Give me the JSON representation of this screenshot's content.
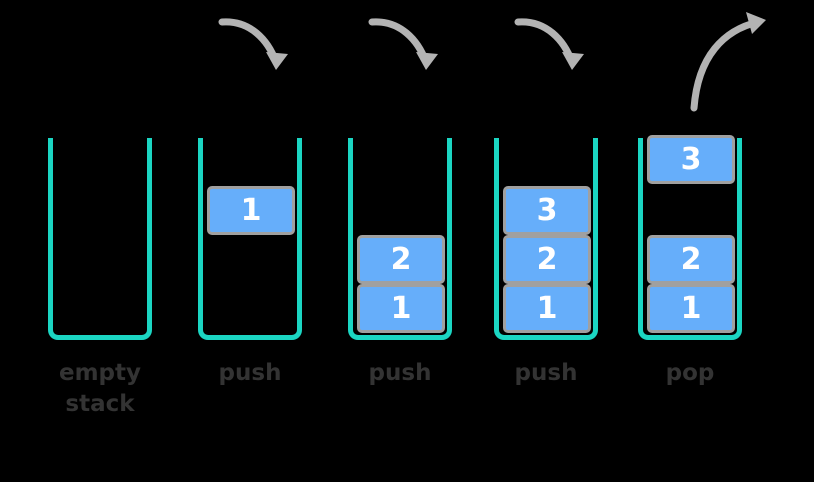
{
  "diagram": {
    "title": "stack-push-pop-operations",
    "colors": {
      "background": "#000000",
      "container_stroke": "#1bd6c3",
      "container_inner_stroke": "#a0a0a0",
      "block_fill": "#66aefa",
      "block_stroke": "#a0a0a0",
      "block_text": "#ffffff",
      "arrow": "#b3b3b3",
      "label_text": "#333333"
    },
    "steps": [
      {
        "id": "step-1",
        "caption_line1": "empty",
        "caption_line2": "stack",
        "blocks": [],
        "arrow": "none"
      },
      {
        "id": "step-2",
        "caption_line1": "push",
        "caption_line2": "",
        "blocks": [
          {
            "value": "1",
            "slot": "top",
            "detached": false
          }
        ],
        "arrow": "in"
      },
      {
        "id": "step-3",
        "caption_line1": "push",
        "caption_line2": "",
        "blocks": [
          {
            "value": "1",
            "slot": "bottom",
            "detached": false
          },
          {
            "value": "2",
            "slot": "middle",
            "detached": false
          }
        ],
        "arrow": "in"
      },
      {
        "id": "step-4",
        "caption_line1": "push",
        "caption_line2": "",
        "blocks": [
          {
            "value": "1",
            "slot": "bottom",
            "detached": false
          },
          {
            "value": "2",
            "slot": "middle",
            "detached": false
          },
          {
            "value": "3",
            "slot": "top",
            "detached": false
          }
        ],
        "arrow": "in"
      },
      {
        "id": "step-5",
        "caption_line1": "pop",
        "caption_line2": "",
        "blocks": [
          {
            "value": "1",
            "slot": "bottom",
            "detached": false
          },
          {
            "value": "2",
            "slot": "middle",
            "detached": false
          },
          {
            "value": "3",
            "slot": "lifted",
            "detached": true
          }
        ],
        "arrow": "out"
      }
    ]
  }
}
